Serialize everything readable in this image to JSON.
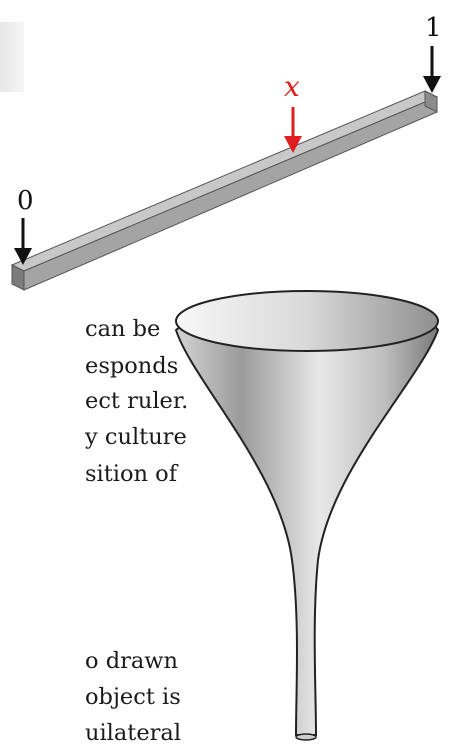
{
  "ruler_figure": {
    "label_start": "0",
    "label_end": "1",
    "label_marker": "x",
    "marker_color": "#e01e1e",
    "arrow_color": "#111111"
  },
  "text_lines": [
    "can  be",
    "esponds",
    "ect ruler.",
    "y culture",
    "sition of",
    "o drawn",
    "object is",
    "uilateral"
  ]
}
